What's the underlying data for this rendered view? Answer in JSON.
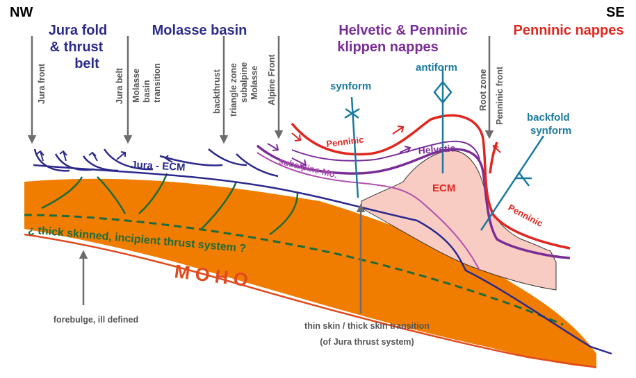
{
  "orientation": {
    "left": "NW",
    "right": "SE"
  },
  "headings": {
    "jura_line1": "Jura fold",
    "jura_line2": "& thrust",
    "jura_line3": "belt",
    "molasse": "Molasse basin",
    "helvetic_line1": "Helvetic & Penninic",
    "helvetic_line2": "klippen nappes",
    "penninic": "Penninic nappes"
  },
  "vertical_labels": {
    "jura_front": "Jura front",
    "jura_belt": "Jura belt",
    "molasse_transition_1": "Molasse",
    "molasse_transition_2": "basin",
    "molasse_transition_3": "transition",
    "backthrust": "backthrust",
    "triangle_1": "triangle zone",
    "triangle_2": "subalpine",
    "triangle_3": "Molasse",
    "alpine_front": "Alpine Front",
    "root_zone": "Root zone",
    "penninic_front": "Penninic front"
  },
  "structures": {
    "synform": "synform",
    "antiform": "antiform",
    "backfold_1": "backfold",
    "backfold_2": "synform"
  },
  "units": {
    "jura_ecm": "Jura - ECM",
    "penninic_upper": "Penninic",
    "penninic_lower": "Penninic",
    "helvetic": "Helvetic",
    "subalpine": "subalpine Mo.",
    "ecm": "ECM"
  },
  "annotations": {
    "thrust_system": "¿ thick skinned, incipient thrust system ?",
    "moho": "M O H O",
    "forebulge": "forebulge, ill defined",
    "transition_1": "thin skin / thick skin transition",
    "transition_2": "(of Jura thrust system)"
  },
  "colors": {
    "navy": "#2b2a8c",
    "purple": "#7a2d97",
    "red": "#e0261f",
    "blue": "#1a7aa0",
    "green": "#1d6b3c",
    "orange": "#f07d00",
    "pink": "#f8ccc3",
    "gray_arrow": "#6d6d6d",
    "moho": "#e04a1e"
  }
}
